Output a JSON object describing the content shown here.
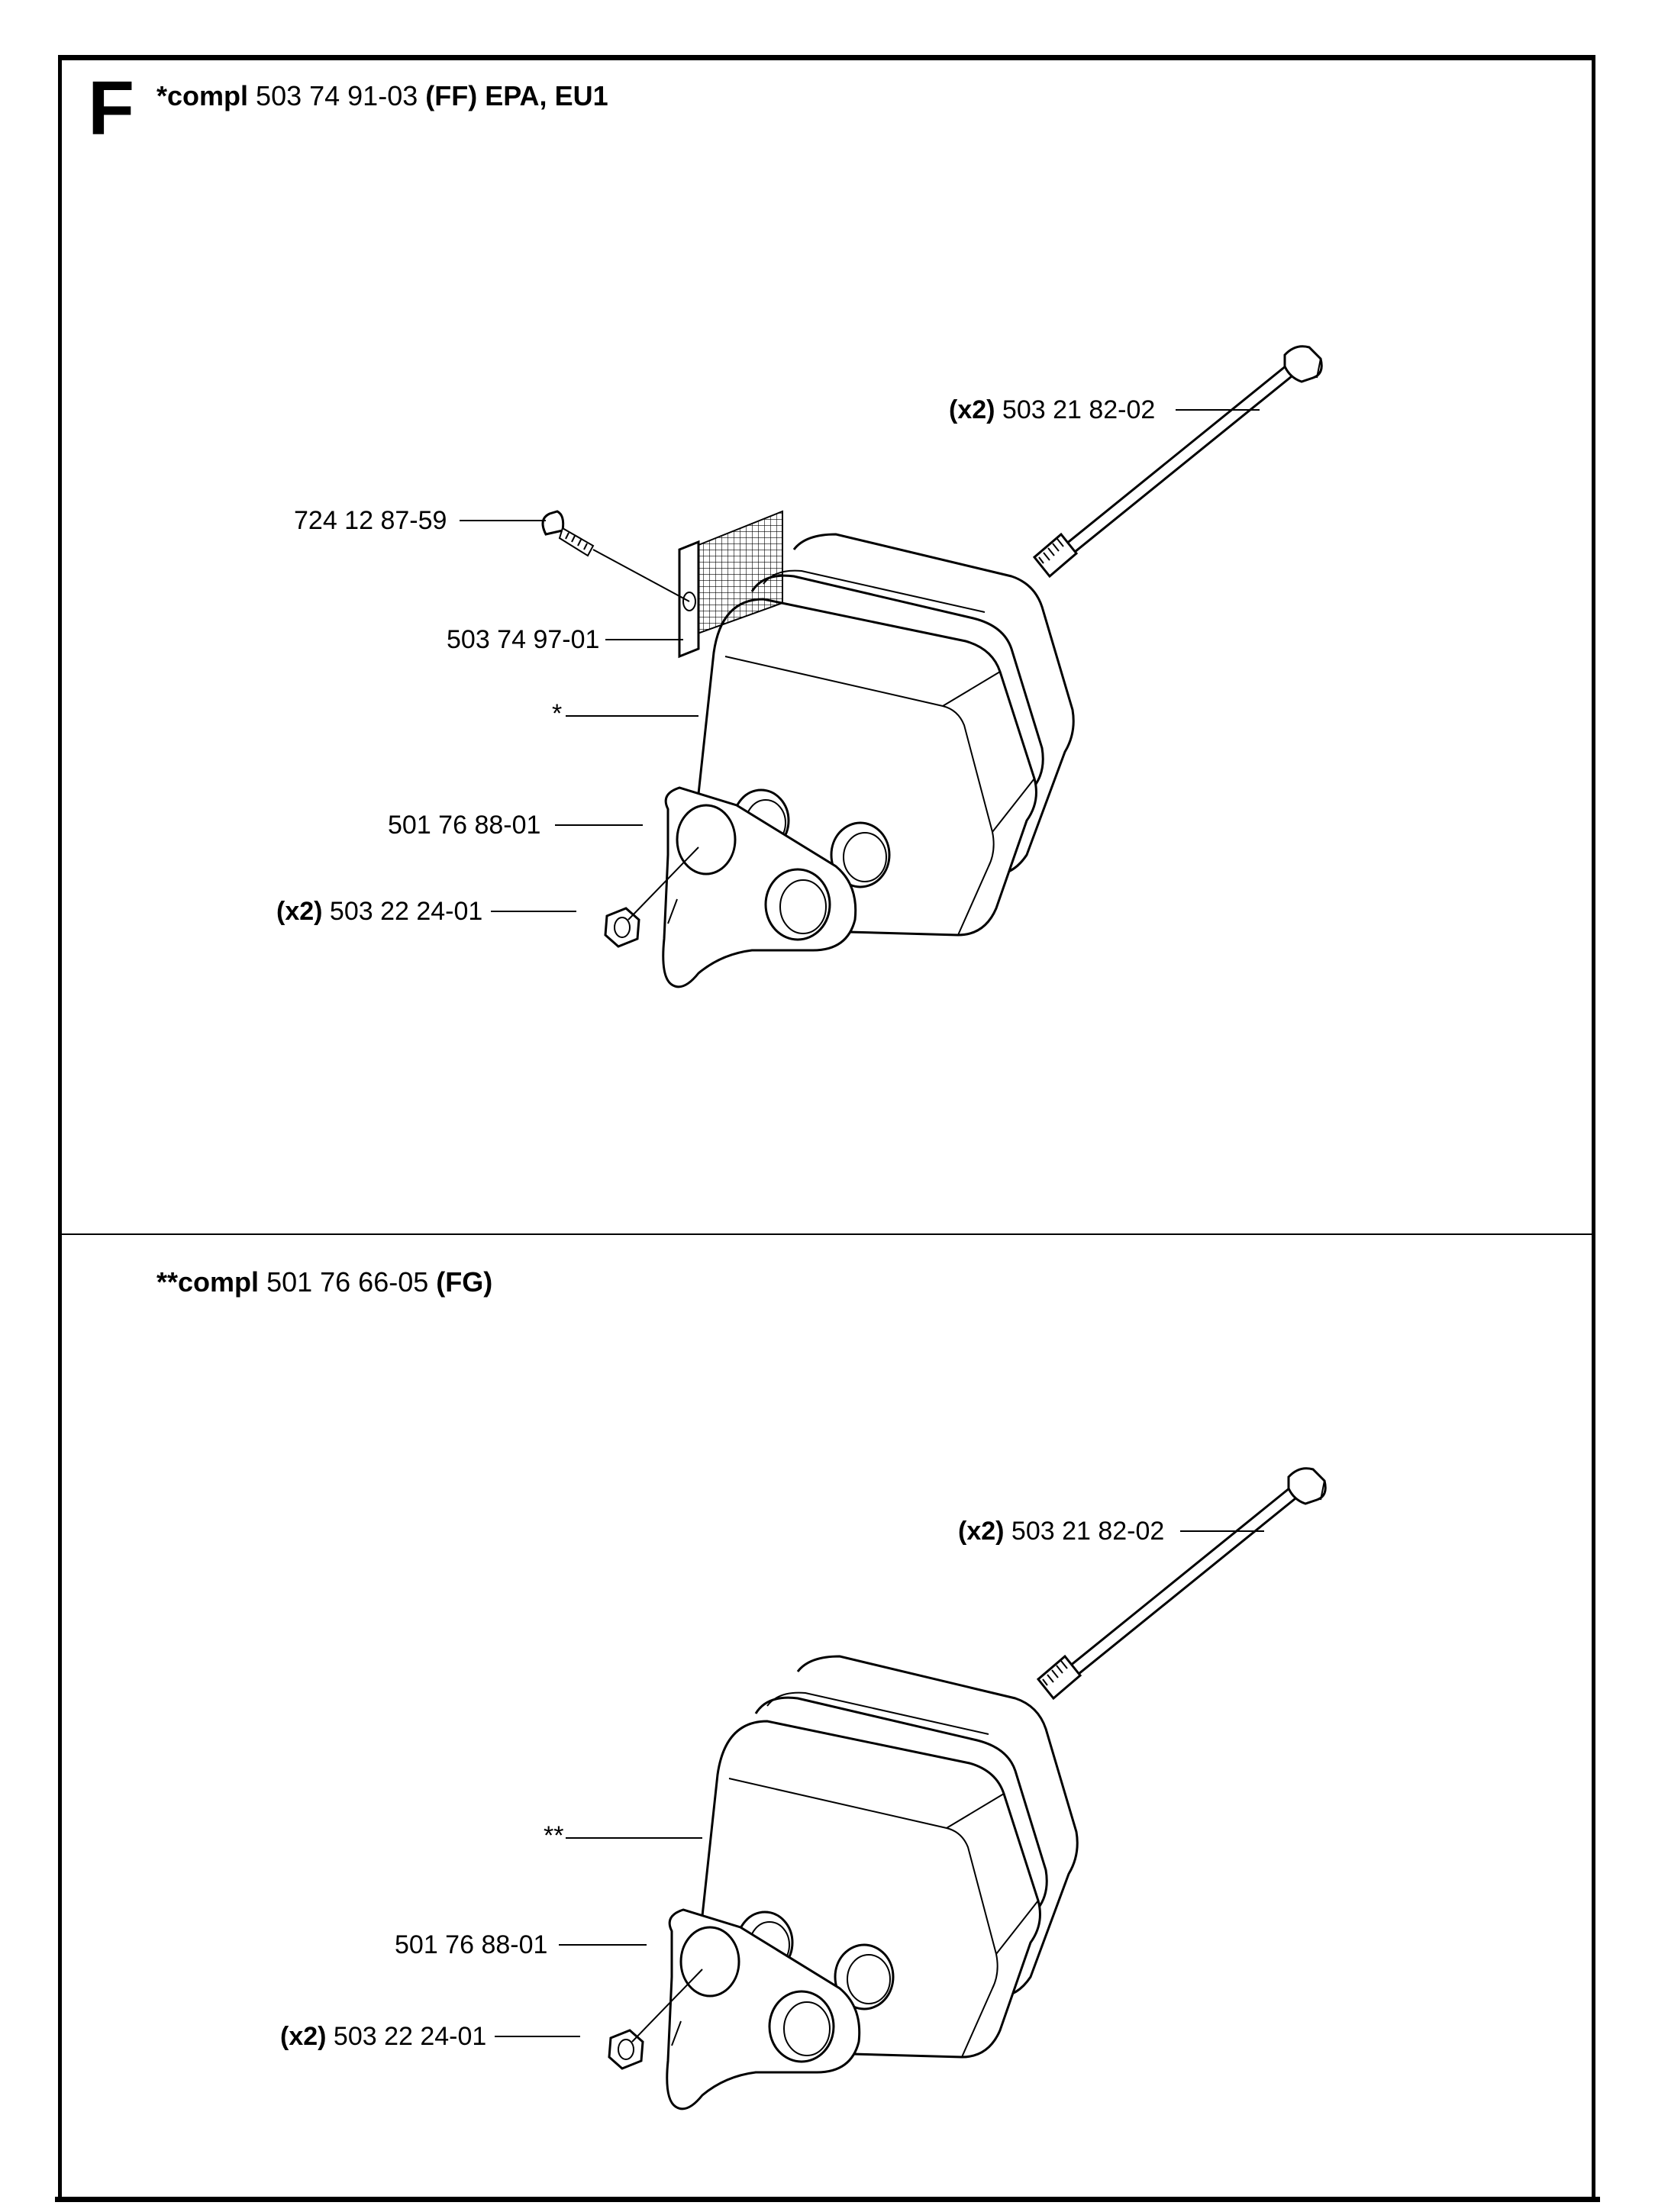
{
  "section": {
    "letter": "F"
  },
  "assemblies": [
    {
      "heading_prefix": "*compl",
      "part_number": "503 74 91-03",
      "suffix": "(FF) EPA, EU1",
      "callouts": {
        "bolt": {
          "qty": "(x2)",
          "part": "503 21 82-02"
        },
        "screw": {
          "part": "724 12 87-59"
        },
        "screen": {
          "part": "503 74 97-01"
        },
        "muffler": {
          "part": "*"
        },
        "gasket": {
          "part": "501 76 88-01"
        },
        "nut": {
          "qty": "(x2)",
          "part": "503 22 24-01"
        }
      }
    },
    {
      "heading_prefix": "**compl",
      "part_number": "501 76 66-05",
      "suffix": "(FG)",
      "callouts": {
        "bolt": {
          "qty": "(x2)",
          "part": "503 21 82-02"
        },
        "muffler": {
          "part": "**"
        },
        "gasket": {
          "part": "501 76 88-01"
        },
        "nut": {
          "qty": "(x2)",
          "part": "503 22 24-01"
        }
      }
    }
  ]
}
